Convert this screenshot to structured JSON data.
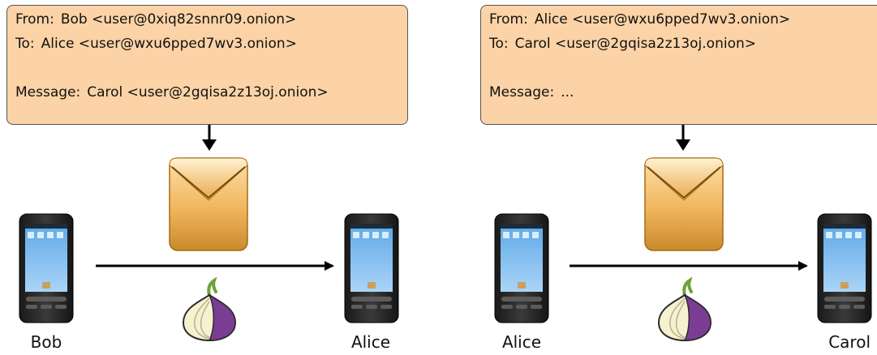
{
  "colors": {
    "box_fill": "#fbd3a6",
    "box_border": "#555555",
    "envelope_light": "#f6c877",
    "envelope_dark": "#b97a1d",
    "onion_purple": "#7a3d93",
    "arrow": "#000000"
  },
  "scenes": [
    {
      "message": {
        "from_label": "From:",
        "from_value": "Bob <user@0xiq82snnr09.onion>",
        "to_label": "To:",
        "to_value": "Alice <user@wxu6pped7wv3.onion>",
        "body_label": "Message:",
        "body_value": "Carol <user@2gqisa2z13oj.onion>"
      },
      "sender": "Bob",
      "receiver": "Alice",
      "icons": [
        "phone-icon",
        "envelope-icon",
        "tor-onion-icon",
        "phone-icon"
      ]
    },
    {
      "message": {
        "from_label": "From:",
        "from_value": "Alice <user@wxu6pped7wv3.onion>",
        "to_label": "To:",
        "to_value": "Carol <user@2gqisa2z13oj.onion>",
        "body_label": "Message:",
        "body_value": "..."
      },
      "sender": "Alice",
      "receiver": "Carol",
      "icons": [
        "phone-icon",
        "envelope-icon",
        "tor-onion-icon",
        "phone-icon"
      ]
    }
  ]
}
